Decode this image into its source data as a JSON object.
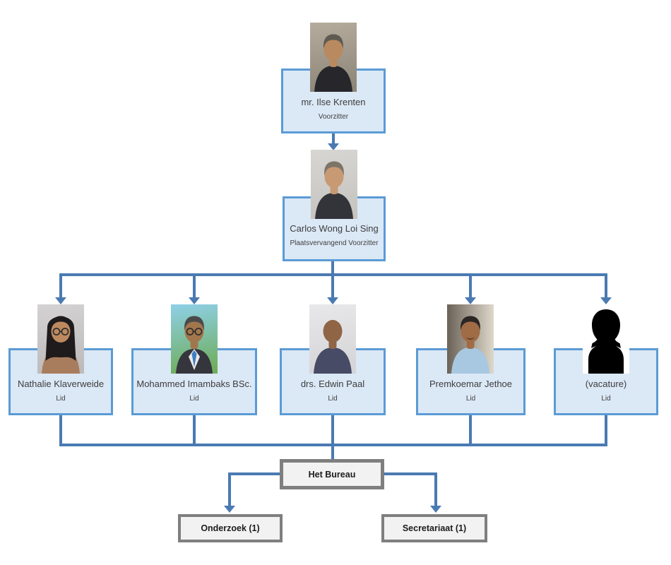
{
  "diagram": {
    "people": [
      {
        "name": "mr. Ilse Krenten",
        "role": "Voorzitter",
        "avatar": {
          "type": "photo",
          "bg": "#b5ac9e",
          "bg2": "#8e8678",
          "skin": "#b9895f",
          "hair": "#5f5a52",
          "hair_style": "pulled-back",
          "shirt": "#26262b"
        }
      },
      {
        "name": "Carlos Wong Loi Sing",
        "role": "Plaatsvervangend Voorzitter",
        "avatar": {
          "type": "photo",
          "bg": "#d8d6d2",
          "bg2": "#c6c4c0",
          "skin": "#c89a73",
          "hair": "#7d7468",
          "hair_style": "short",
          "shirt": "#33343a"
        }
      },
      {
        "name": "Nathalie Klaverweide",
        "role": "Lid",
        "avatar": {
          "type": "photo",
          "bg": "#d4d2d2",
          "bg2": "#bdbbbb",
          "skin": "#bd8a60",
          "hair": "#1f1b1c",
          "hair_style": "long",
          "shirt": "#a87d5d",
          "glasses": true
        }
      },
      {
        "name": "Mohammed Imambaks BSc.",
        "role": "Lid",
        "avatar": {
          "type": "photo",
          "bg": "#8fd0e8",
          "bg2": "#6fae5e",
          "skin": "#a2764c",
          "hair": "#4a4a4a",
          "hair_style": "short",
          "shirt": "#35353d",
          "suit": true,
          "tie": "#3d7ec2",
          "glasses": true
        }
      },
      {
        "name": "drs. Edwin Paal",
        "role": "Lid",
        "avatar": {
          "type": "photo",
          "bg": "#e8e8ea",
          "bg2": "#d5d5d8",
          "skin": "#8f6546",
          "hair": "#8f6546",
          "hair_style": "bald",
          "shirt": "#474b66"
        }
      },
      {
        "name": "Premkoemar Jethoe",
        "role": "Lid",
        "avatar": {
          "type": "photo",
          "bg": "#6b6257",
          "bg2": "#ded8cb",
          "bg_dir": "h",
          "skin": "#a06c46",
          "hair": "#2b2624",
          "hair_style": "short",
          "shirt": "#a8c8e2",
          "mustache": true
        }
      },
      {
        "name": "(vacature)",
        "role": "Lid",
        "avatar": {
          "type": "silhouette",
          "bg": "#ffffff",
          "fill": "#000000"
        }
      }
    ],
    "units": [
      {
        "label": "Het Bureau"
      },
      {
        "label": "Onderzoek (1)"
      },
      {
        "label": "Secretariaat (1)"
      }
    ],
    "colors": {
      "person_box_border": "#5b9bd5",
      "person_box_fill": "#dbe8f6",
      "dept_box_border": "#7f7f7f",
      "dept_box_fill": "#f2f2f2",
      "connector": "#4a7ab2"
    }
  }
}
